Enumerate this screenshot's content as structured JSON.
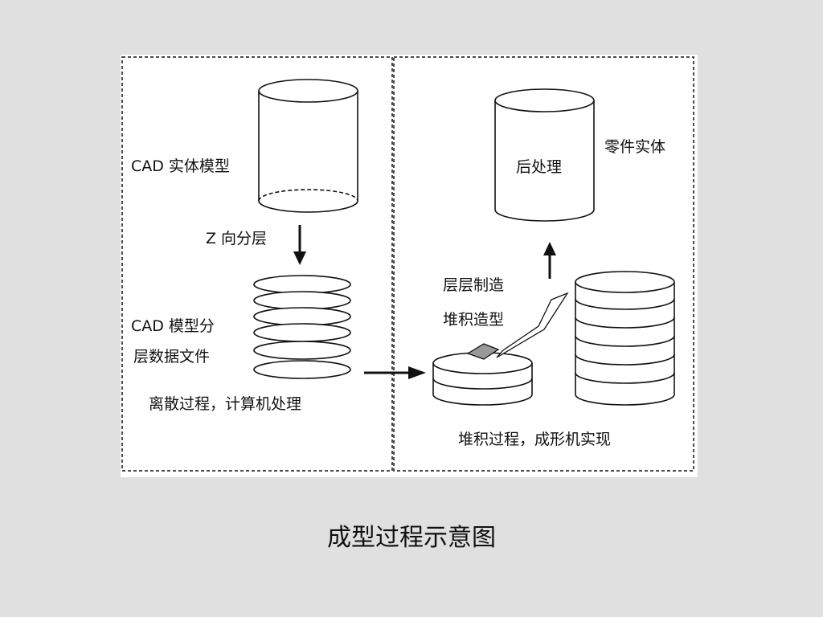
{
  "diagram": {
    "labels": {
      "cad_solid_model": "CAD 实体模型",
      "z_slicing": "Z 向分层",
      "cad_layer_file_line1": "CAD 模型分",
      "cad_layer_file_line2": "层数据文件",
      "discrete_process": "离散过程，计算机处理",
      "post_processing": "后处理",
      "part_solid": "零件实体",
      "layer_manufacturing": "层层制造",
      "stacking_forming": "堆积造型",
      "stacking_process": "堆积过程，成形机实现"
    }
  },
  "caption": "成型过程示意图"
}
